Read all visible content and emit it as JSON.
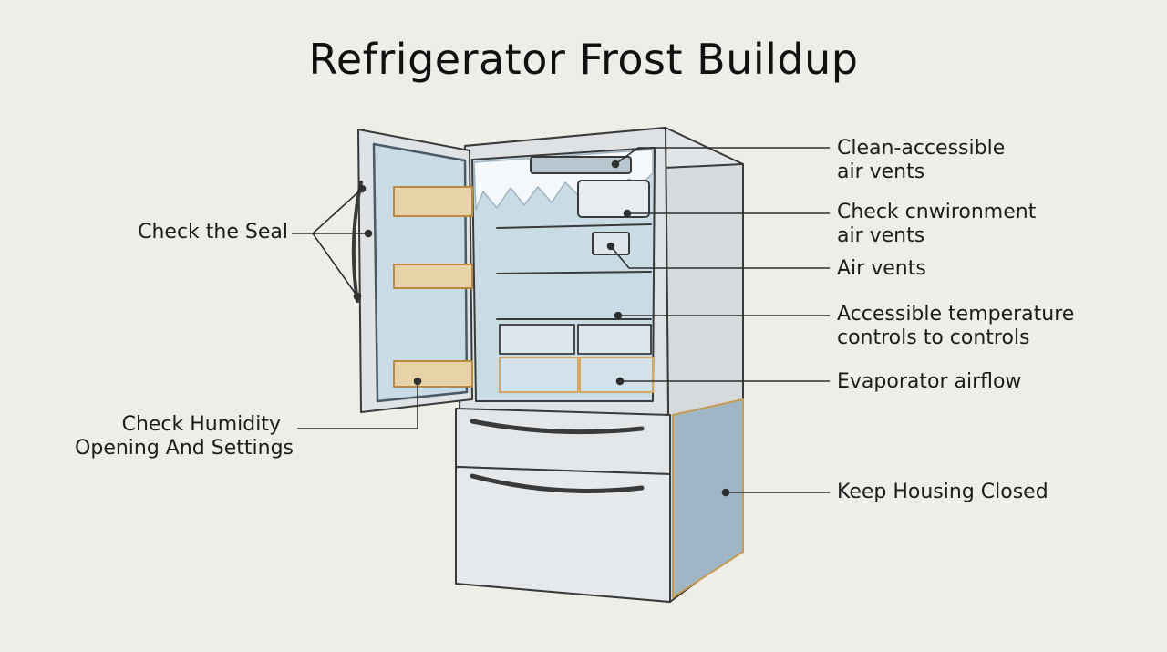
{
  "title": "Refrigerator Frost Buildup",
  "labels": {
    "seal": {
      "text": "Check the Seal"
    },
    "humidity": {
      "line1": "Check Humidity",
      "line2": "Opening And Settings"
    },
    "clean_vents": {
      "line1": "Clean-accessible",
      "line2": "air vents"
    },
    "env_vents": {
      "line1": "Check cnwironment",
      "line2": "air vents"
    },
    "air_vents": {
      "text": "Air vents"
    },
    "temp_controls": {
      "line1": "Accessible temperature",
      "line2": "controls to controls"
    },
    "evaporator": {
      "text": "Evaporator airflow"
    },
    "housing": {
      "text": "Keep Housing Closed"
    }
  },
  "colors": {
    "background": "#eeede8",
    "outline": "#3a3a3a",
    "metal": "#d9dde0",
    "interior": "#c9dce6",
    "frost": "#f4f8fb",
    "bin_trim": "#d6a85e",
    "side_panel": "#9fb6c7"
  }
}
